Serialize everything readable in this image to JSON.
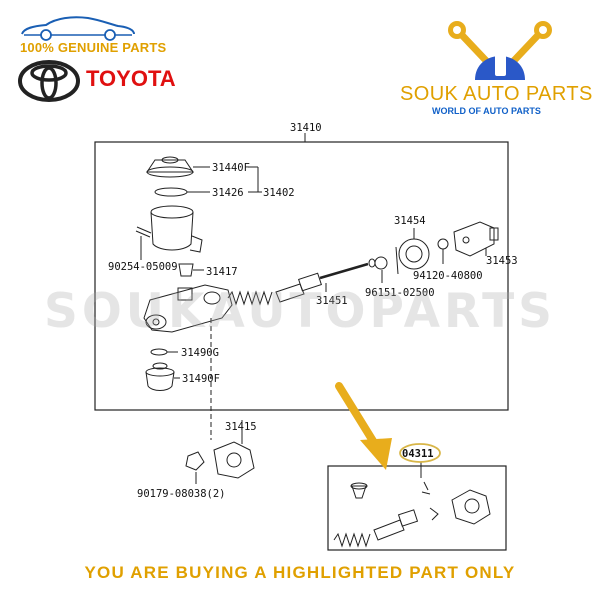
{
  "header": {
    "genuine_label": "100% GENUINE PARTS",
    "brand_name": "TOYOTA",
    "store_name": "SOUK AUTO PARTS",
    "store_tagline": "WORLD OF AUTO PARTS"
  },
  "watermark": "SOUKAUTOPARTS",
  "footer_notice": "YOU ARE BUYING A HIGHLIGHTED PART ONLY",
  "diagram": {
    "assembly_label": "31410",
    "parts": {
      "p31440F": "31440F",
      "p31426": "31426",
      "p31402": "31402",
      "p90254": "90254-05009",
      "p31417": "31417",
      "p31454": "31454",
      "p94120": "94120-40800",
      "p31453": "31453",
      "p31451": "31451",
      "p96151": "96151-02500",
      "p31490G": "31490G",
      "p31490F": "31490F",
      "p31415": "31415",
      "p90179": "90179-08038(2)"
    },
    "highlighted_part": "04311"
  },
  "colors": {
    "accent_gold": "#e0a000",
    "brand_red": "#e01010",
    "tagline_blue": "#1060c8",
    "arrow_gold": "#e8ad1c",
    "highlight_ring": "#d8b648"
  }
}
